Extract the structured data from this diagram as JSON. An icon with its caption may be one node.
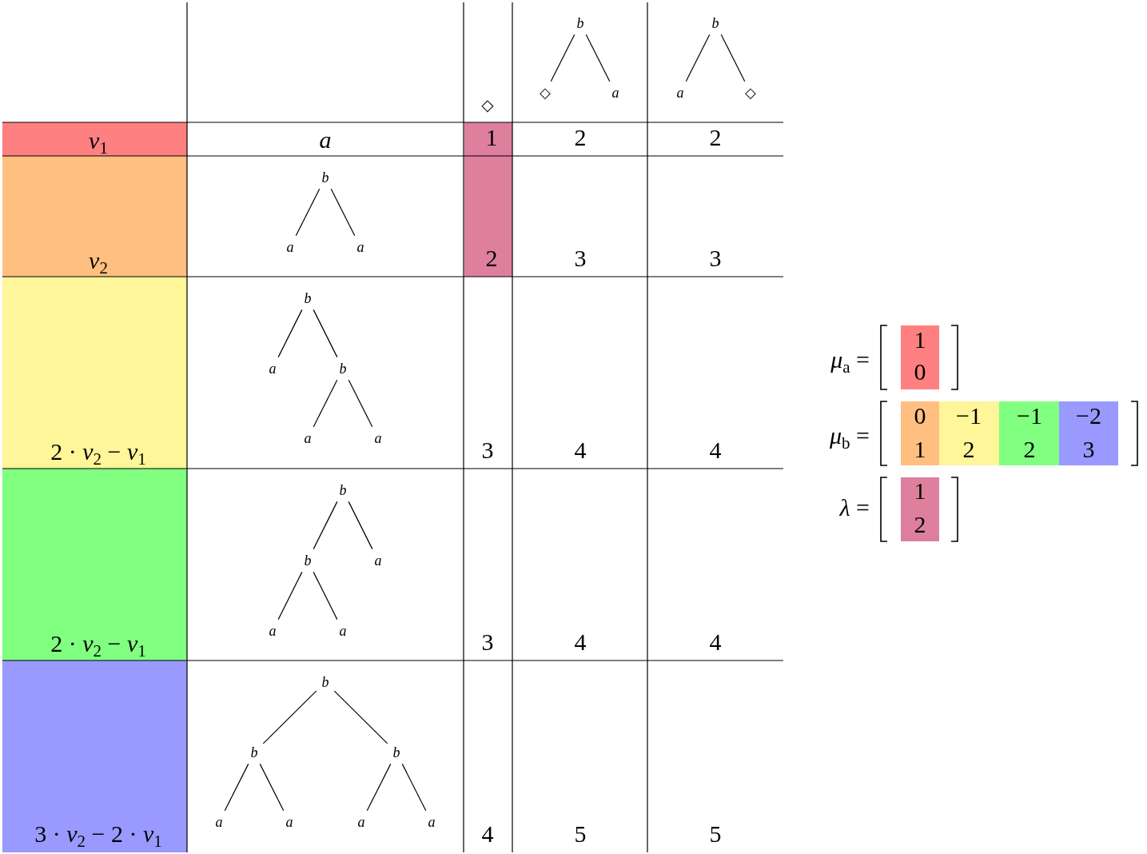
{
  "diagram": {
    "nodes": [
      {
        "text": [
          "b"
        ]
      },
      {
        "text": [
          "◇"
        ]
      },
      {
        "text": [
          "a"
        ]
      },
      {
        "text": [
          "b"
        ]
      },
      {
        "text": [
          "a"
        ]
      },
      {
        "text": [
          "◇"
        ]
      },
      {
        "text": [
          "b"
        ]
      },
      {
        "text": [
          "a"
        ]
      },
      {
        "text": [
          "a"
        ]
      },
      {
        "text": [
          "b"
        ]
      },
      {
        "text": [
          "a"
        ]
      },
      {
        "text": [
          "b"
        ]
      },
      {
        "text": [
          "a"
        ]
      },
      {
        "text": [
          "a"
        ]
      },
      {
        "text": [
          "b"
        ]
      },
      {
        "text": [
          "b"
        ]
      },
      {
        "text": [
          "a"
        ]
      },
      {
        "text": [
          "a"
        ]
      },
      {
        "text": [
          "a"
        ]
      },
      {
        "text": [
          "b"
        ]
      },
      {
        "text": [
          "b"
        ]
      },
      {
        "text": [
          "b"
        ]
      },
      {
        "text": [
          "a"
        ]
      },
      {
        "text": [
          "a"
        ]
      },
      {
        "text": [
          "a"
        ]
      },
      {
        "text": [
          "a"
        ]
      }
    ],
    "edges": [
      {
        "from": 0,
        "to": 1,
        "arrow": "none"
      },
      {
        "from": 0,
        "to": 2,
        "arrow": "none"
      },
      {
        "from": 3,
        "to": 4,
        "arrow": "none"
      },
      {
        "from": 3,
        "to": 5,
        "arrow": "none"
      },
      {
        "from": 6,
        "to": 7,
        "arrow": "none"
      },
      {
        "from": 6,
        "to": 8,
        "arrow": "none"
      },
      {
        "from": 9,
        "to": 10,
        "arrow": "none"
      },
      {
        "from": 9,
        "to": 11,
        "arrow": "none"
      },
      {
        "from": 11,
        "to": 12,
        "arrow": "none"
      },
      {
        "from": 11,
        "to": 13,
        "arrow": "none"
      },
      {
        "from": 14,
        "to": 15,
        "arrow": "none"
      },
      {
        "from": 14,
        "to": 16,
        "arrow": "none"
      },
      {
        "from": 15,
        "to": 17,
        "arrow": "none"
      },
      {
        "from": 15,
        "to": 18,
        "arrow": "none"
      },
      {
        "from": 19,
        "to": 20,
        "arrow": "none"
      },
      {
        "from": 19,
        "to": 21,
        "arrow": "none"
      },
      {
        "from": 20,
        "to": 22,
        "arrow": "none"
      },
      {
        "from": 20,
        "to": 23,
        "arrow": "none"
      },
      {
        "from": 21,
        "to": 24,
        "arrow": "none"
      },
      {
        "from": 21,
        "to": 25,
        "arrow": "none"
      }
    ],
    "labels": [
      "◇",
      "*v*$_{1}$",
      "*a*",
      "1",
      "2",
      "2",
      "*v*$_{2}$",
      "2",
      "3",
      "3",
      "2 · *v*$_{2}$ − *v*$_{1}$",
      "3",
      "4",
      "4",
      "2 · *v*$_{2}$ − *v*$_{1}$",
      "3",
      "4",
      "4",
      "3 · *v*$_{2}$ − 2 · *v*$_{1}$",
      "4",
      "5",
      "5",
      "*μ*$_{a}$ =",
      "1",
      "0",
      "*μ*$_{b}$ =",
      "0",
      "1",
      "−1",
      "2",
      "−1",
      "2",
      "−2",
      "3",
      "*λ* =",
      "1",
      "2"
    ]
  }
}
